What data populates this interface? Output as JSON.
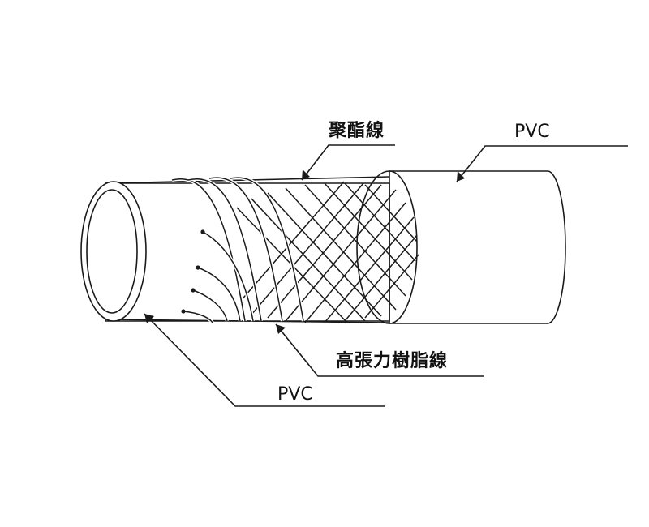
{
  "labels": {
    "polyester_yarn": "聚酯線",
    "pvc_outer": "PVC",
    "high_tensile_yarn": "高張力樹脂線",
    "pvc_inner": "PVC"
  },
  "colors": {
    "stroke": "#1a1a1a",
    "background": "#ffffff",
    "text": "#111111"
  },
  "icons": {
    "arrowhead": "arrow-icon"
  }
}
